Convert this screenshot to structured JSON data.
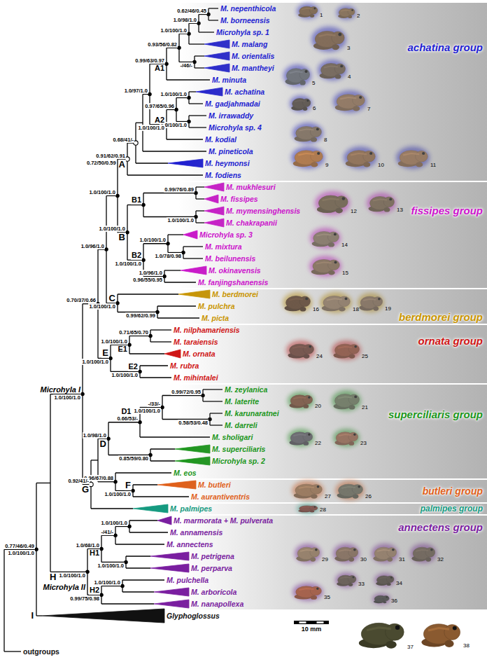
{
  "diagram": {
    "nodes": [
      {
        "text": [
          "achatina group"
        ]
      },
      {
        "text": [
          "fissipes group"
        ]
      },
      {
        "text": [
          "berdmorei group"
        ]
      },
      {
        "text": [
          "ornata group"
        ]
      },
      {
        "text": [
          "superciliaris group"
        ]
      },
      {
        "text": [
          "butleri group"
        ]
      },
      {
        "text": [
          "palmipes group"
        ]
      },
      {
        "text": [
          "annectens group"
        ]
      }
    ],
    "edges": [],
    "labels": [
      "M. nepenthicola",
      "M. borneensis",
      "Microhyla sp. 1",
      "M. malang",
      "M. orientalis",
      "M. mantheyi",
      "M. minuta",
      "M. achatina",
      "M. gadjahmadai",
      "M. irrawaddy",
      "Microhyla sp. 4",
      "M. kodial",
      "M. pineticola",
      "M. heymonsi",
      "M. fodiens",
      "M. mukhlesuri",
      "M. fissipes",
      "M. mymensinghensis",
      "M. chakrapanii",
      "Microhyla sp. 3",
      "M. mixtura",
      "M. beilunensis",
      "M. okinavensis",
      "M. fanjingshanensis",
      "M. berdmorei",
      "M. pulchra",
      "M. picta",
      "M. nilphamariensis",
      "M. taraiensis",
      "M. ornata",
      "M. rubra",
      "M. mihintalei",
      "M. zeylanica",
      "M. laterite",
      "M. karunaratnei",
      "M. darreli",
      "M. sholigari",
      "M. superciliaris",
      "Microhyla sp. 2",
      "M. eos",
      "M. butleri",
      "M. aurantiventris",
      "M. palmipes",
      "M. marmorata + M. pulverata",
      "M. annamensis",
      "M. annectens",
      "M. petrigena",
      "M. perparva",
      "M. pulchella",
      "M. arboricola",
      "M. nanapollexa",
      "Glyphoglossus",
      "outgroups",
      "0.62/46/0.45",
      "1.0/98/1.0",
      "1.0/100/1.0",
      "0.93/56/0.82",
      "-/46/-",
      "0.99/63/0.97",
      "A1",
      "1.0/97/1.0",
      "1.0/100/1.0",
      "0.97/65/0.96",
      "1.0/100/1.0",
      "1.0/100/1.0",
      "A2",
      "0.68/41/-",
      "0.91/62/0.91",
      "A",
      "0.72/50/0.59",
      "0.99/76/0.89",
      "1.0/100/1.0",
      "B1",
      "1.0/100/1.0",
      "1.0/78/0.98",
      "1.0/96/1.0",
      "0.96/55/0.95",
      "1.0/100/1.0",
      "B2",
      "1.0/100/1.0",
      "B",
      "1.0/100/1.0",
      "0.99/62/0.99",
      "1.0/100/1.0",
      "C",
      "1.0/96/1.0",
      "0.71/65/0.70",
      "1.0/100/1.0",
      "E1",
      "1.0/100/1.0",
      "E2",
      "1.0/100/1.0",
      "E",
      "0.70/37/0.66",
      "0.99/72/0.95",
      "0.58/53/0.48",
      "-/33/-",
      "1.0/100/1.0",
      "D1",
      "0.66/53/-",
      "0.85/59/0.80",
      "1.0/98/1.0",
      "D",
      "1.0/100/1.0",
      "F",
      "0.96/67/0.88",
      "0.92/41/-",
      "G",
      "Microhyla I",
      "1.0/100/1.0",
      "1.0/100/1.0",
      "-/41/-",
      "1.0/100/1.0",
      "1.0/68/1.0",
      "H1",
      "1.0/100/1.0",
      "0.99/75/0.98",
      "H2",
      "1.0/100/1.0",
      "H",
      "Microhyla II",
      "0.77/46/0.49",
      "1.0/100/1.0",
      "I",
      "1",
      "2",
      "3",
      "4",
      "5",
      "6",
      "7",
      "8",
      "9",
      "10",
      "11",
      "12",
      "13",
      "14",
      "15",
      "16",
      "18",
      "19",
      "20",
      "21",
      "22",
      "23",
      "24",
      "25",
      "26",
      "27",
      "28",
      "29",
      "30",
      "31",
      "32",
      "33",
      "34",
      "35",
      "36",
      "37",
      "38",
      "10 mm"
    ]
  }
}
